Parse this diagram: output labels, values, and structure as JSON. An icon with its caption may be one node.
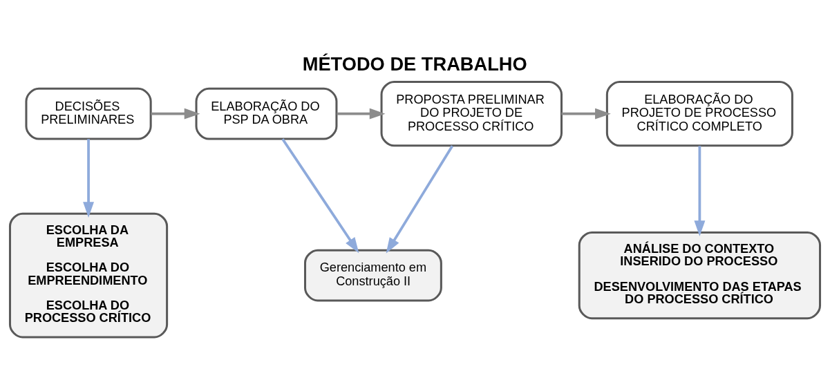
{
  "diagram": {
    "title": "MÉTODO DE TRABALHO",
    "nodes": [
      {
        "text": [
          "DECISÕES PRELIMINARES"
        ]
      },
      {
        "text": [
          "ELABORAÇÃO DO PSP DA OBRA"
        ]
      },
      {
        "text": [
          "PROPOSTA PRELIMINAR DO PROJETO DE PROCESSO CRÍTICO"
        ]
      },
      {
        "text": [
          "ELABORAÇÃO DO PROJETO DE PROCESSO CRÍTICO COMPLETO"
        ]
      },
      {
        "text": [
          "ESCOLHA DA EMPRESA",
          "ESCOLHA DO EMPREENDIMENTO",
          "ESCOLHA DO PROCESSO CRÍTICO"
        ]
      },
      {
        "text": [
          "Gerenciamento em Construção II"
        ]
      },
      {
        "text": [
          "ANÁLISE DO CONTEXTO INSERIDO DO PROCESSO",
          "DESENVOLVIMENTO DAS ETAPAS DO PROCESSO CRÍTICO"
        ]
      }
    ],
    "edges": [
      {
        "from": 0,
        "to": 1,
        "arrow": "to",
        "color": "#8c8c8c"
      },
      {
        "from": 1,
        "to": 2,
        "arrow": "to",
        "color": "#8c8c8c"
      },
      {
        "from": 2,
        "to": 3,
        "arrow": "to",
        "color": "#8c8c8c"
      },
      {
        "from": 0,
        "to": 4,
        "arrow": "to"
      },
      {
        "from": 1,
        "to": 5,
        "arrow": "to"
      },
      {
        "from": 2,
        "to": 5,
        "arrow": "to"
      },
      {
        "from": 3,
        "to": 6,
        "arrow": "to"
      }
    ]
  }
}
